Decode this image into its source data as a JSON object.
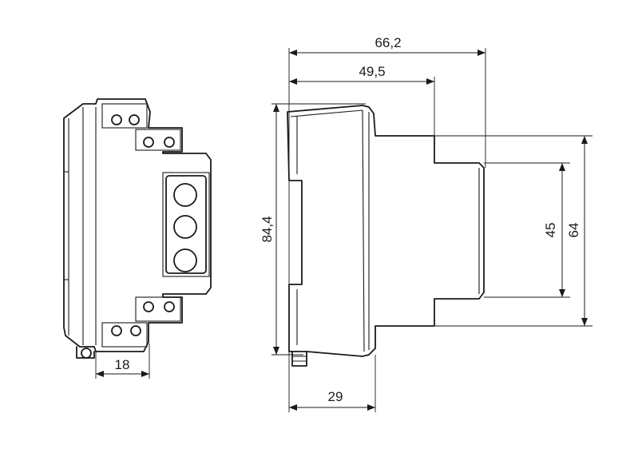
{
  "dimensions": {
    "width_front": "18",
    "overall_depth": "66,2",
    "mid_depth": "49,5",
    "rail_depth": "29",
    "height_total": "84,4",
    "height_front": "45",
    "height_mid": "64"
  }
}
